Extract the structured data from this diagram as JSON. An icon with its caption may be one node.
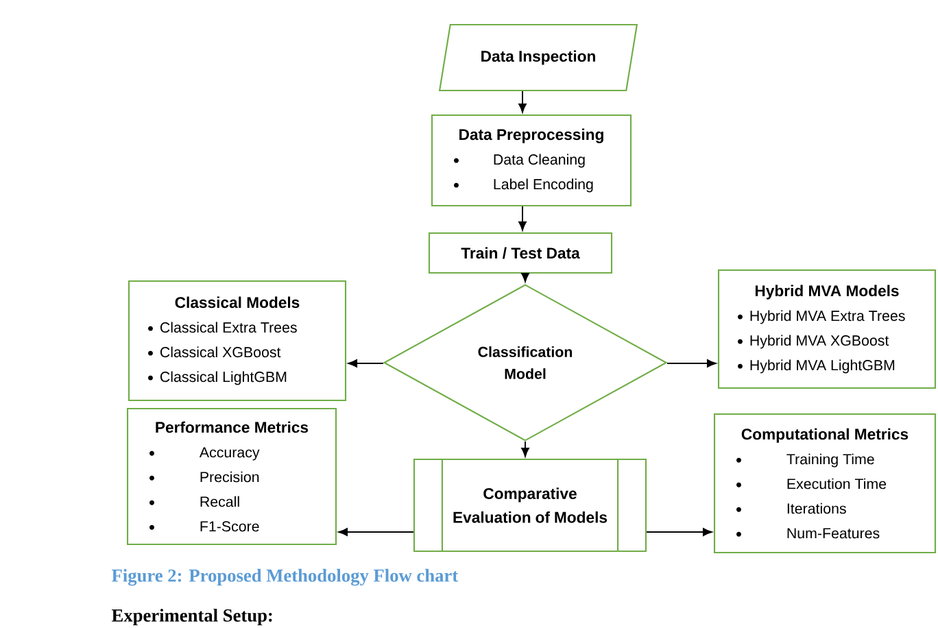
{
  "diagram": {
    "caption": "Figure 2: Proposed Methodology Flow chart",
    "nodes": [
      {
        "text": [
          "Data Inspection"
        ]
      },
      {
        "text": [
          "Data Preprocessing",
          "Data Cleaning",
          "Label Encoding"
        ]
      },
      {
        "text": [
          "Train / Test Data"
        ]
      },
      {
        "text": [
          "Classical Models",
          "Classical Extra Trees",
          "Classical XGBoost",
          "Classical LightGBM"
        ]
      },
      {
        "text": [
          "Classification Model"
        ]
      },
      {
        "text": [
          "Hybrid MVA Models",
          "Hybrid MVA Extra Trees",
          "Hybrid MVA XGBoost",
          "Hybrid MVA LightGBM"
        ]
      },
      {
        "text": [
          "Performance Metrics",
          "Accuracy",
          "Precision",
          "Recall",
          "F1-Score"
        ]
      },
      {
        "text": [
          "Comparative Evaluation of Models"
        ]
      },
      {
        "text": [
          "Computational Metrics",
          "Training Time",
          "Execution Time",
          "Iterations",
          "Num-Features"
        ]
      }
    ],
    "edges": [
      {
        "from": 0,
        "to": 1,
        "arrow": "to"
      },
      {
        "from": 1,
        "to": 2,
        "arrow": "to"
      },
      {
        "from": 2,
        "to": 4,
        "arrow": "to"
      },
      {
        "from": 4,
        "to": 3,
        "arrow": "to"
      },
      {
        "from": 4,
        "to": 5,
        "arrow": "to"
      },
      {
        "from": 4,
        "to": 7,
        "arrow": "to"
      },
      {
        "from": 7,
        "to": 6,
        "arrow": "to"
      },
      {
        "from": 7,
        "to": 8,
        "arrow": "to"
      }
    ],
    "labels": [
      "Experimental Setup:"
    ]
  }
}
